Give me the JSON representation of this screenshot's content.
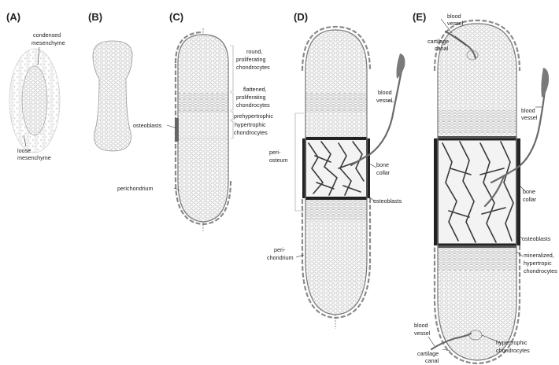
{
  "panels": [
    {
      "letter": "(A)",
      "labels": [
        "condensed",
        "mesenchyme",
        "loose",
        "mesenchyme"
      ]
    },
    {
      "letter": "(B)"
    },
    {
      "letter": "(C)",
      "labels": [
        "round,",
        "proliferating",
        "chondrocytes",
        "flattened,",
        "proliferating",
        "chondrocytes",
        "prehypertrophic",
        "hypertrophic",
        "chondrocytes",
        "osteoblasts",
        "perichondrium"
      ]
    },
    {
      "letter": "(D)",
      "labels": [
        "blood",
        "vessel",
        "peri-",
        "osteum",
        "bone",
        "collar",
        "osteoblasts",
        "peri-",
        "chondrium"
      ]
    },
    {
      "letter": "(E)",
      "labels": [
        "blood",
        "vessel",
        "cartilage",
        "canal",
        "blood",
        "vessel",
        "bone",
        "collar",
        "osteoblasts",
        "mineralized,",
        "hypertropic",
        "chondrocytes",
        "blood",
        "vessel",
        "hypertrophic",
        "chondrocytes",
        "cartilage",
        "canal"
      ]
    }
  ]
}
